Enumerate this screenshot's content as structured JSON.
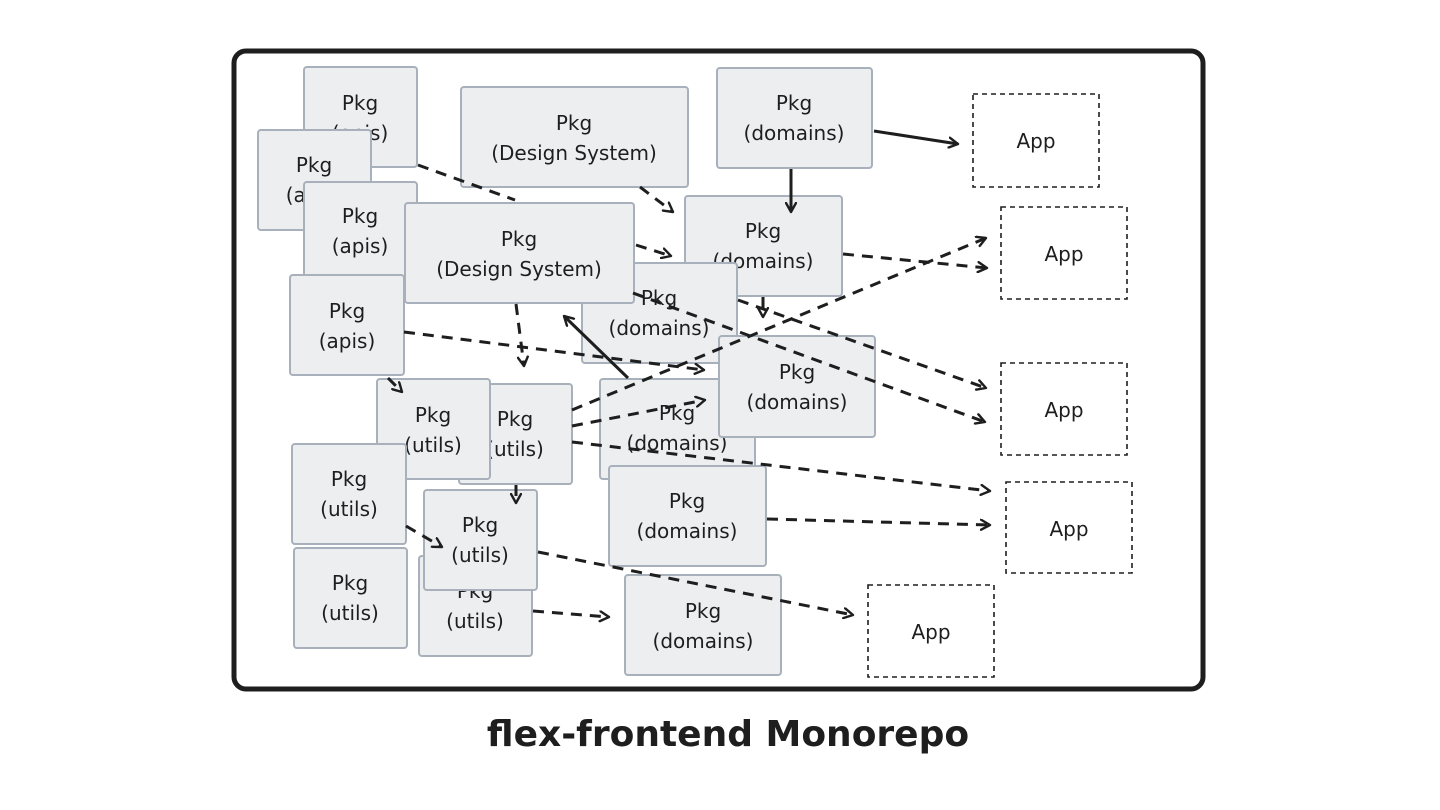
{
  "caption": "flex-frontend Monorepo",
  "colors": {
    "pkg_fill": "#eceef0",
    "pkg_stroke": "#a8b0bb",
    "ink": "#1e1e1e"
  },
  "packages": [
    {
      "id": "apis1",
      "line1": "Pkg",
      "line2": "(apis)"
    },
    {
      "id": "apis2",
      "line1": "Pkg",
      "line2": "(apis)"
    },
    {
      "id": "apis3",
      "line1": "Pkg",
      "line2": "(apis)"
    },
    {
      "id": "apis4",
      "line1": "Pkg",
      "line2": "(apis)"
    },
    {
      "id": "ds1",
      "line1": "Pkg",
      "line2": "(Design System)"
    },
    {
      "id": "ds2",
      "line1": "Pkg",
      "line2": "(Design System)"
    },
    {
      "id": "dom1",
      "line1": "Pkg",
      "line2": "(domains)"
    },
    {
      "id": "dom2",
      "line1": "Pkg",
      "line2": "(domains)"
    },
    {
      "id": "dom3",
      "line1": "Pkg",
      "line2": "(domains)"
    },
    {
      "id": "dom4",
      "line1": "Pkg",
      "line2": "(domains)"
    },
    {
      "id": "dom5",
      "line1": "Pkg",
      "line2": "(domains)"
    },
    {
      "id": "dom6",
      "line1": "Pkg",
      "line2": "(domains)"
    },
    {
      "id": "dom7",
      "line1": "Pkg",
      "line2": "(domains)"
    },
    {
      "id": "util1",
      "line1": "Pkg",
      "line2": "(utils)"
    },
    {
      "id": "util2",
      "line1": "Pkg",
      "line2": "(utils)"
    },
    {
      "id": "util3",
      "line1": "Pkg",
      "line2": "(utils)"
    },
    {
      "id": "util4",
      "line1": "Pkg",
      "line2": "(utils)"
    },
    {
      "id": "util5",
      "line1": "Pkg",
      "line2": "(utils)"
    },
    {
      "id": "util6",
      "line1": "Pkg",
      "line2": "(utils)"
    }
  ],
  "apps": [
    {
      "id": "app1",
      "label": "App"
    },
    {
      "id": "app2",
      "label": "App"
    },
    {
      "id": "app3",
      "label": "App"
    },
    {
      "id": "app4",
      "label": "App"
    },
    {
      "id": "app5",
      "label": "App"
    }
  ]
}
